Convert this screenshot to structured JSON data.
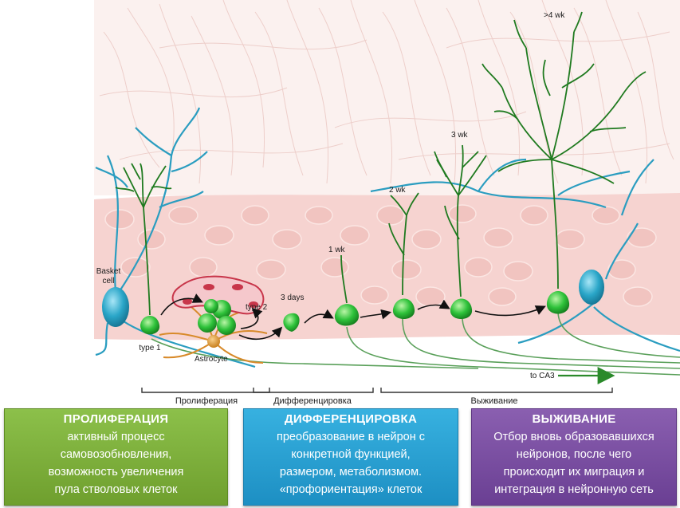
{
  "diagram": {
    "labels": {
      "basket_cell": [
        "Basket",
        "cell"
      ],
      "type1": "type 1",
      "type2": "type 2",
      "astrocyte": "Astrocyte",
      "days3": "3 days",
      "wk1": "1 wk",
      "wk2": "2 wk",
      "wk3": "3 wk",
      "wk4": ">4 wk",
      "to_ca3": "to CA3"
    },
    "stages": {
      "proliferation": "Пролиферация",
      "differentiation": "Дифференцировка",
      "survival": "Выживание"
    },
    "colors": {
      "neuron": "#2ec23a",
      "dendrite": "#1f7a1f",
      "interneuron": "#2aa6c8",
      "astrocyte": "#d88a2a",
      "vessel": "#c8364a",
      "granule_layer": "#f6d3d0",
      "molecular_layer": "#f3dcd9"
    }
  },
  "boxes": {
    "proliferation": {
      "title": "ПРОЛИФЕРАЦИЯ",
      "lines": [
        "активный процесс",
        "самовозобновления,",
        "возможность увеличения",
        "пула стволовых клеток"
      ]
    },
    "differentiation": {
      "title": "ДИФФЕРЕНЦИРОВКА",
      "lines": [
        "преобразование в нейрон с",
        "конкретной функцией,",
        "размером, метаболизмом.",
        "«профориентация» клеток"
      ]
    },
    "survival": {
      "title": "ВЫЖИВАНИЕ",
      "lines": [
        "Отбор вновь образовавшихся",
        "нейронов, после чего",
        "происходит их миграция и",
        "интеграция в нейронную сеть"
      ]
    }
  }
}
